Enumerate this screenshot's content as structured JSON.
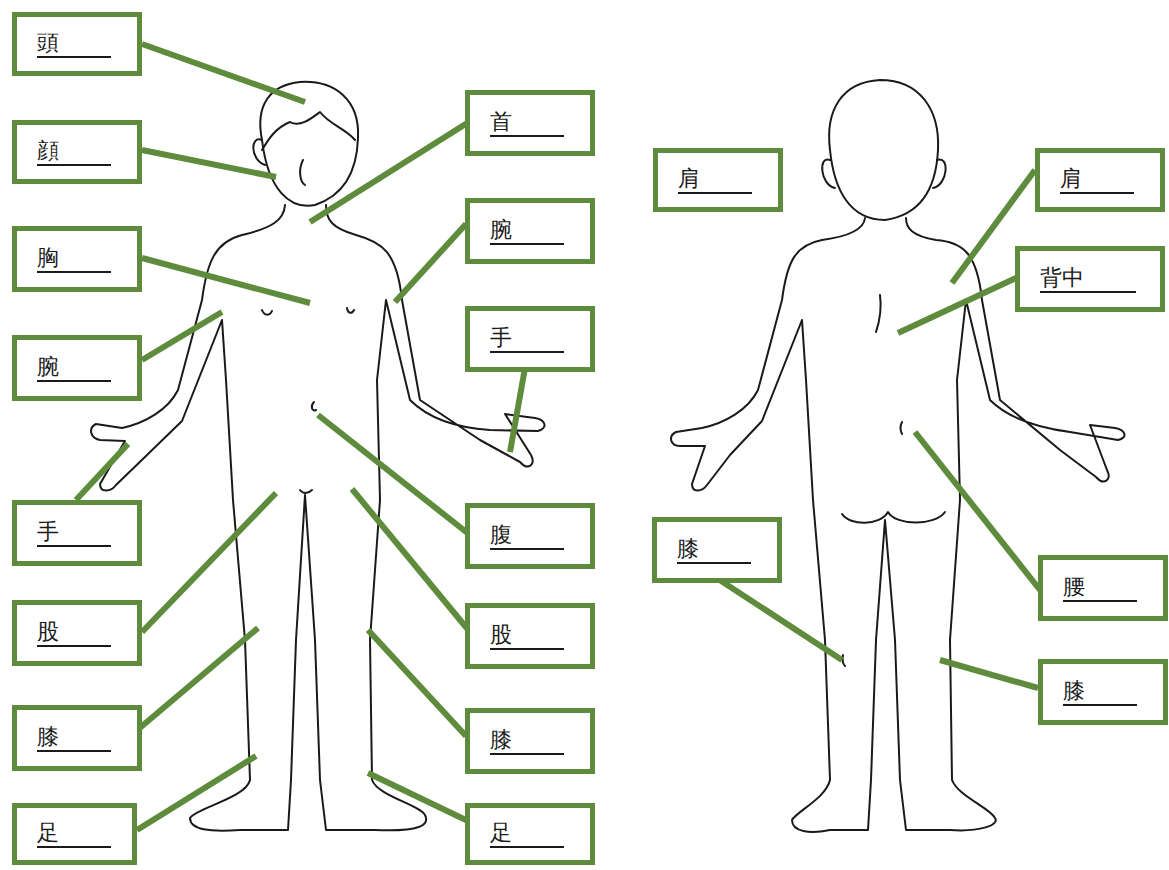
{
  "diagram": {
    "nodes": [
      {
        "text": [
          "頭"
        ]
      },
      {
        "text": [
          "顔"
        ]
      },
      {
        "text": [
          "胸"
        ]
      },
      {
        "text": [
          "腕"
        ]
      },
      {
        "text": [
          "手"
        ]
      },
      {
        "text": [
          "股"
        ]
      },
      {
        "text": [
          "膝"
        ]
      },
      {
        "text": [
          "足"
        ]
      },
      {
        "text": [
          "首"
        ]
      },
      {
        "text": [
          "腕"
        ]
      },
      {
        "text": [
          "手"
        ]
      },
      {
        "text": [
          "腹"
        ]
      },
      {
        "text": [
          "股"
        ]
      },
      {
        "text": [
          "膝"
        ]
      },
      {
        "text": [
          "足"
        ]
      },
      {
        "text": [
          "肩"
        ]
      },
      {
        "text": [
          "肩"
        ]
      },
      {
        "text": [
          "背中"
        ]
      },
      {
        "text": [
          "膝"
        ]
      },
      {
        "text": [
          "腰"
        ]
      },
      {
        "text": [
          "膝"
        ]
      }
    ]
  }
}
